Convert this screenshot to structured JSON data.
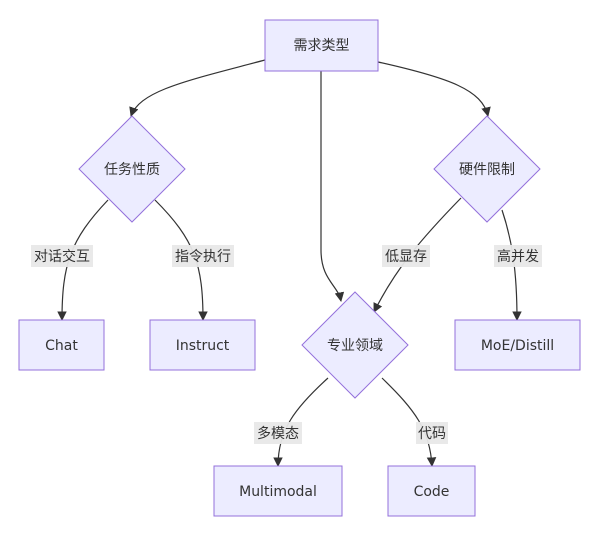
{
  "nodes": {
    "root": "需求类型",
    "task": "任务性质",
    "hardware": "硬件限制",
    "domain": "专业领域",
    "chat": "Chat",
    "instruct": "Instruct",
    "moe": "MoE/Distill",
    "multimodal": "Multimodal",
    "code": "Code"
  },
  "edge_labels": {
    "chat": "对话交互",
    "instruct": "指令执行",
    "low_mem": "低显存",
    "high_conc": "高并发",
    "multimodal": "多模态",
    "code": "代码"
  },
  "colors": {
    "node_fill": "#ECECFF",
    "node_stroke": "#9370DB",
    "edge": "#333333",
    "label_bg": "#e8e8e8"
  }
}
